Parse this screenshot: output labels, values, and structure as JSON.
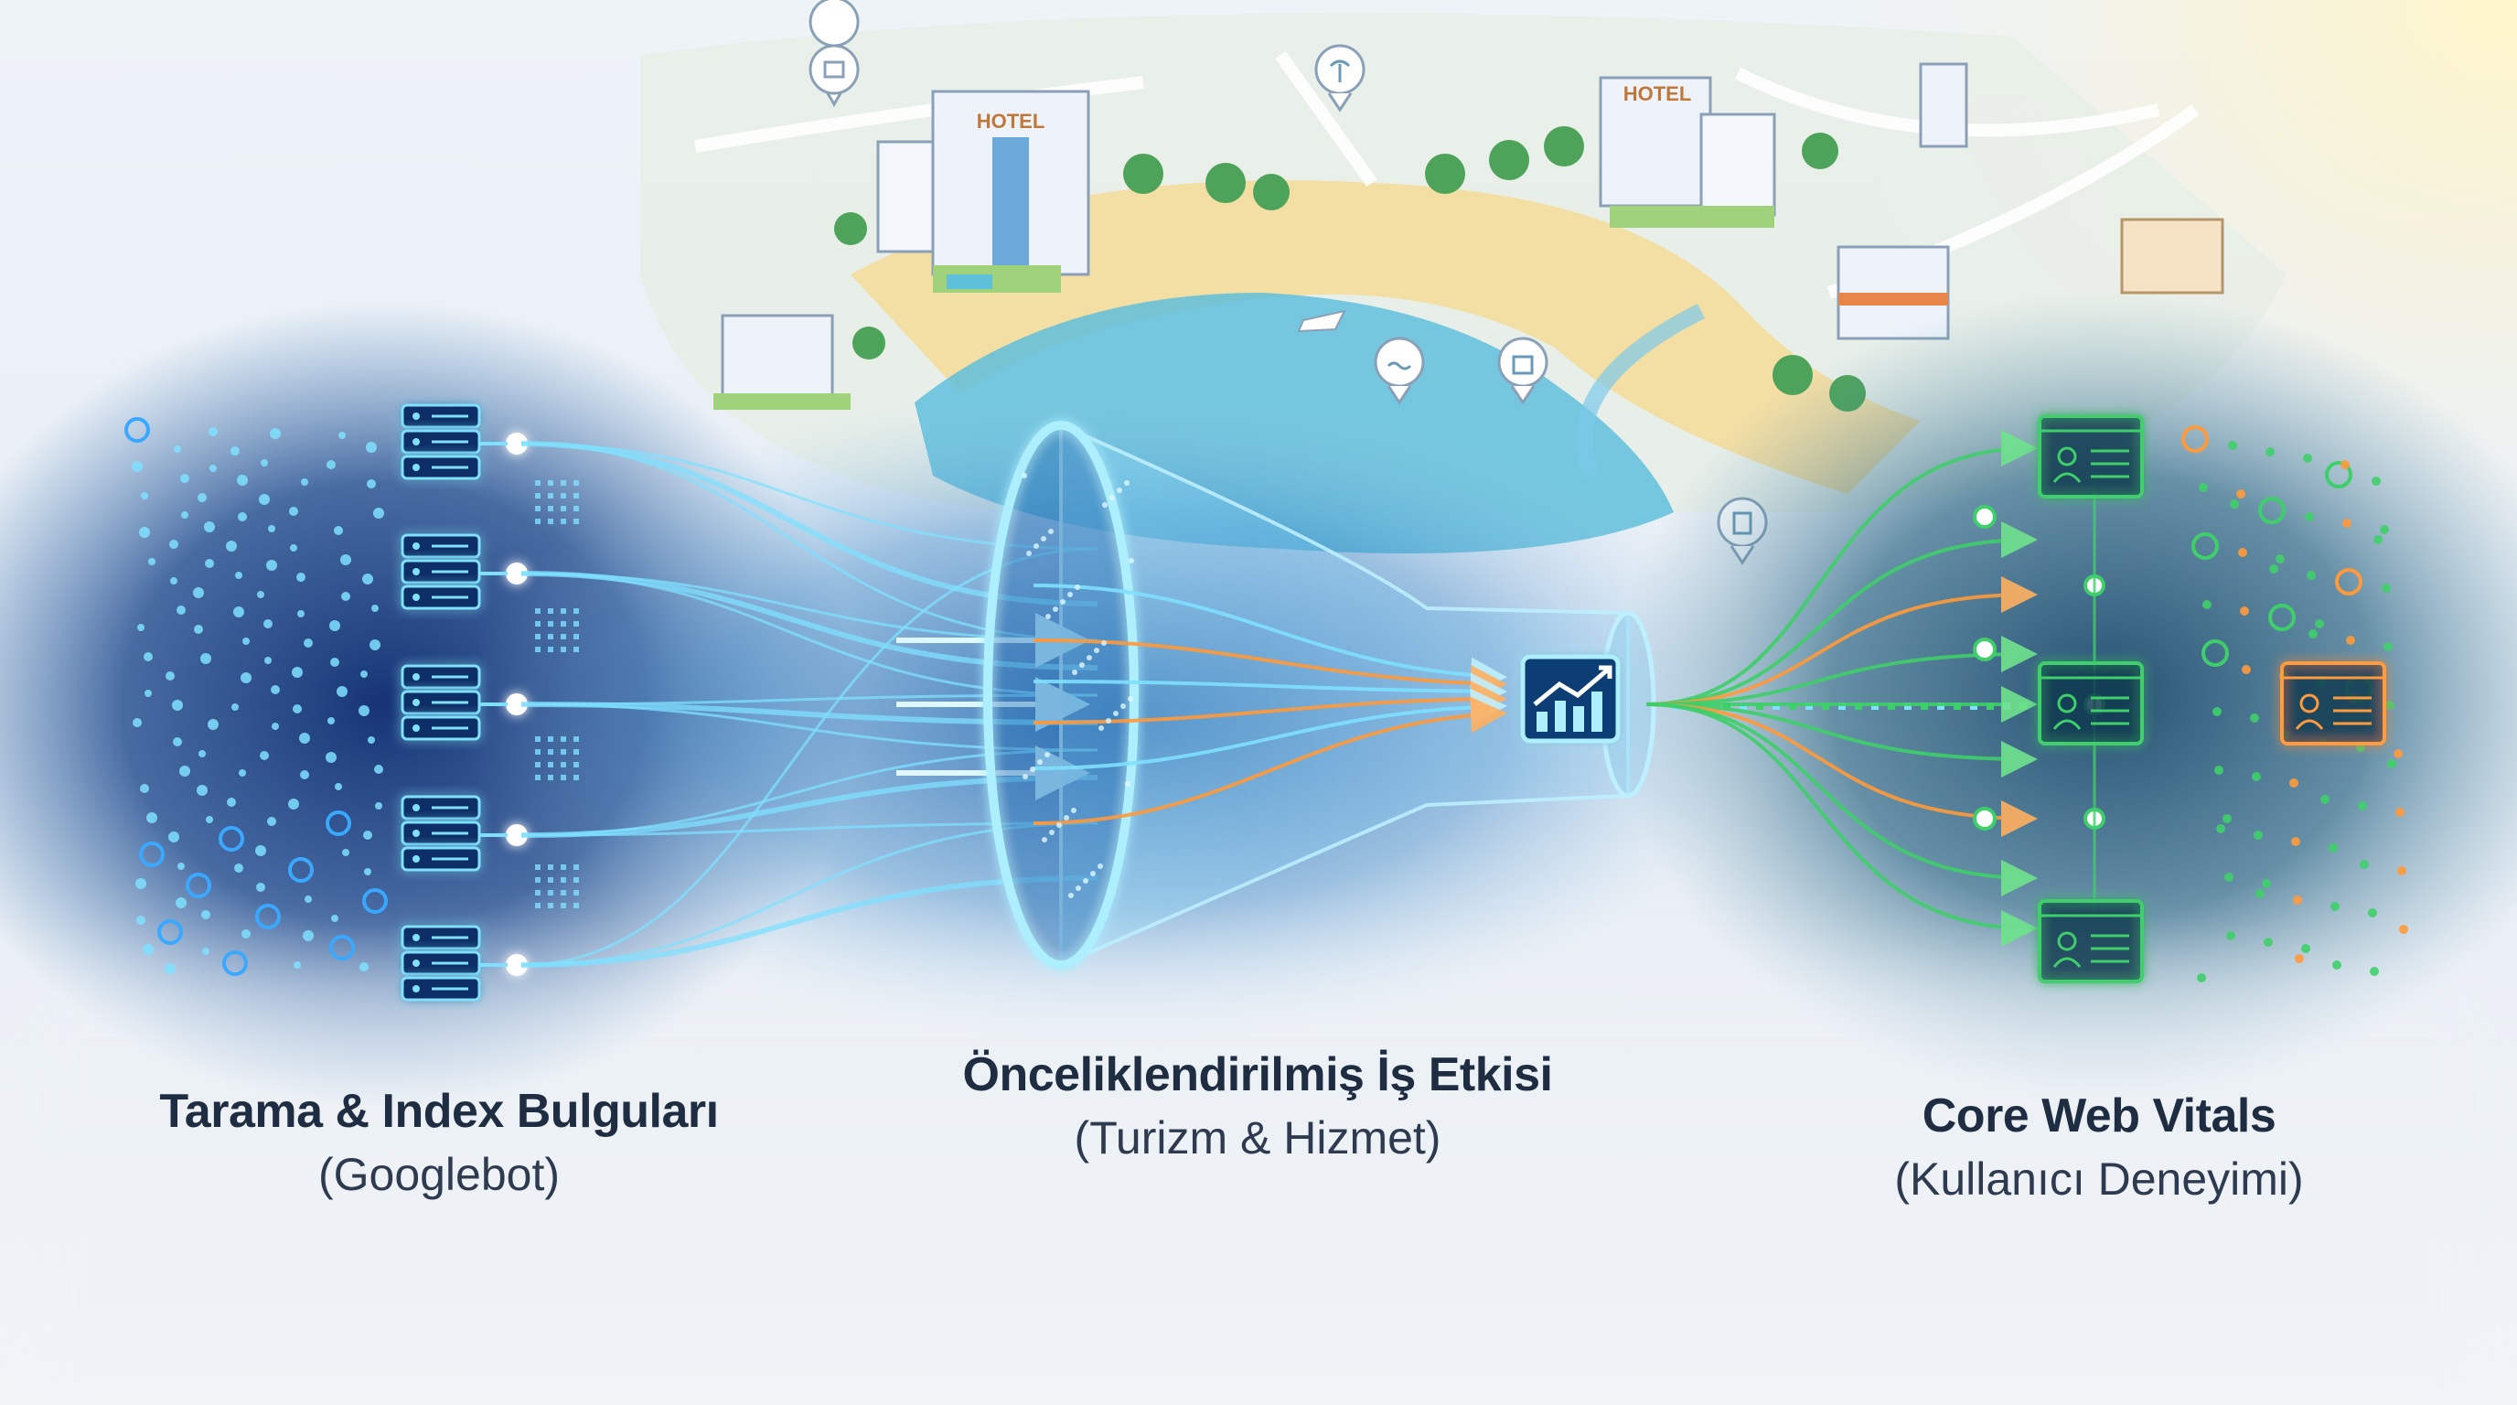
{
  "colors": {
    "blue_accent": "#3aa8ff",
    "cyan_glow": "#7fe0ff",
    "green_accent": "#3fcf6a",
    "orange_accent": "#ff9a3c",
    "text_dark": "#1f2d42",
    "sea": "#5fc0dc",
    "sand": "#f3dea4"
  },
  "icons": {
    "left_column": "server-stack-icon",
    "funnel_output": "chart-growth-icon",
    "right_cards": "profile-card-icon",
    "map_pins": [
      "bank-pin-icon",
      "palm-pin-icon",
      "pool-pin-icon",
      "shopping-pin-icon",
      "document-pin-icon"
    ],
    "map_signs": [
      "hotel-sign",
      "hotel-sign"
    ]
  },
  "map": {
    "hotel_sign_1": "HOTEL",
    "hotel_sign_2": "HOTEL"
  },
  "labels": {
    "left_title": "Tarama & Index Bulguları",
    "left_sub": "(Googlebot)",
    "mid_title": "Önceliklendirilmiş İş Etkisi",
    "mid_sub": "(Turizm & Hizmet)",
    "right_title": "Core Web Vitals",
    "right_sub": "(Kullanıcı Deneyimi)"
  }
}
